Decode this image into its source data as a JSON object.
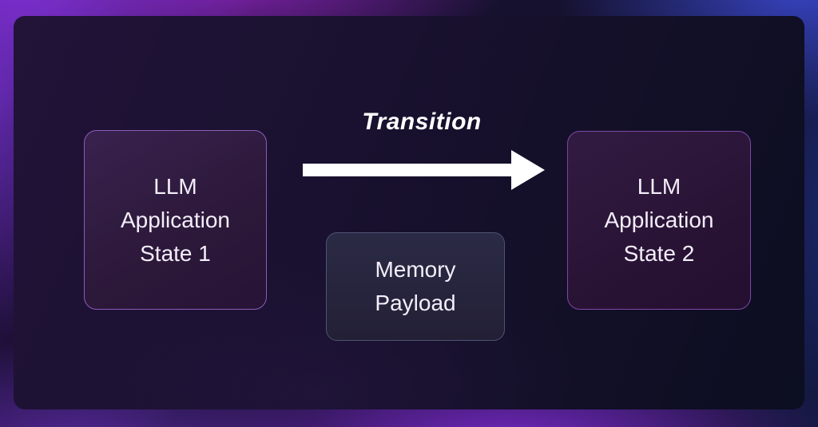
{
  "diagram": {
    "transition": {
      "label": "Transition",
      "from": "state1",
      "to": "state2"
    },
    "state1": {
      "label": "LLM\nApplication\nState 1"
    },
    "state2": {
      "label": "LLM\nApplication\nState 2"
    },
    "memory": {
      "label": "Memory\nPayload"
    },
    "colors": {
      "background_glow_purple": "#7b2fd0",
      "background_glow_magenta": "#9826c6",
      "background_glow_blue": "#3946c9",
      "panel_fill": "#16112c",
      "state_box_border": "#8a5db8",
      "state_box_fill": "#2f1b41",
      "memory_box_border": "#4c5472",
      "memory_box_fill": "#262339",
      "arrow": "#ffffff",
      "text": "#f3eef9"
    }
  }
}
